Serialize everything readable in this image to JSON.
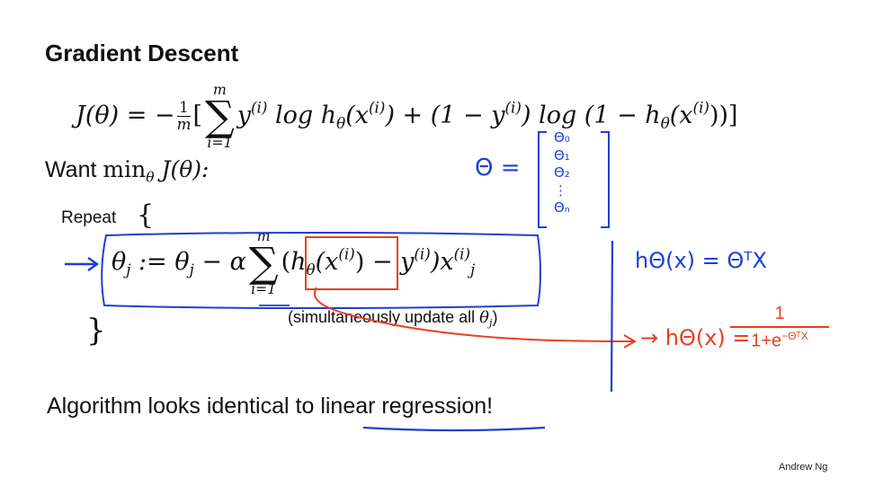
{
  "slide": {
    "title": "Gradient Descent",
    "cost_function": {
      "lhs": "J(θ) = −",
      "frac_num": "1",
      "frac_den": "m",
      "open_bracket": "[",
      "sum_upper": "m",
      "sum_lower": "i=1",
      "body_1": "y",
      "sup_i": "(i)",
      "body_2": " log h",
      "sub_theta": "θ",
      "body_3": "(x",
      "body_4": ") + (1 − y",
      "body_5": ") log (1 − h",
      "body_6": "(x",
      "body_7": "))]"
    },
    "want": {
      "text": "Want ",
      "min": "min",
      "sub": "θ",
      "expr": " J(θ):"
    },
    "repeat_label": "Repeat",
    "open_brace": "{",
    "close_brace": "}",
    "update_rule": {
      "lhs_theta": "θ",
      "lhs_sub": "j",
      "assign": " := θ",
      "sub_j": "j",
      "minus_alpha": " − α",
      "sum_upper": "m",
      "sum_lower": "i=1",
      "open_paren": "(",
      "h": "h",
      "h_sub": "θ",
      "hx": "(x",
      "sup_i": "(i)",
      "close_h": ")",
      "minus_y": " − y",
      "close_paren": ")x",
      "x_sup": "(i)",
      "x_sub": "j"
    },
    "note": {
      "text": "(simultaneously update all ",
      "theta": "θ",
      "sub": "j",
      "close": ")"
    },
    "conclusion": {
      "before": "Algorithm looks identical to ",
      "highlight": "linear regression",
      "after": "!"
    },
    "credit": "Andrew Ng"
  },
  "annotations": {
    "theta_label": "Θ =",
    "theta_vector": [
      "Θ₀",
      "Θ₁",
      "Θ₂",
      "⋮",
      "Θₙ"
    ],
    "linear_hypothesis": "hΘ(x) = ΘᵀX",
    "logistic_hypothesis_lhs": "→ hΘ(x) =",
    "logistic_num": "1",
    "logistic_den": "1+e",
    "logistic_den_exp": "−ΘᵀX"
  },
  "colors": {
    "pen_blue": "#1d3fd6",
    "pen_red": "#e8401f",
    "text": "#111111",
    "background": "#ffffff"
  }
}
